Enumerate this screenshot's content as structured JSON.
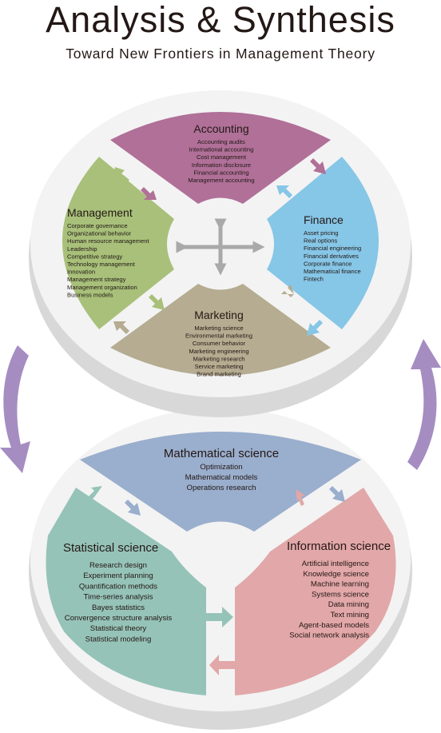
{
  "header": {
    "title": "Analysis & Synthesis",
    "subtitle": "Toward New Frontiers in Management Theory"
  },
  "colors": {
    "accounting": "#b07098",
    "finance": "#86c6e7",
    "management": "#a8c07a",
    "marketing": "#b5ac91",
    "mathematical": "#9aaecd",
    "statistical": "#96c3b8",
    "information": "#e2a7a8",
    "cycle_arrow": "#a58dc2",
    "center_arrow": "#a9a9a9",
    "disc_top": "#f4f4f4",
    "disc_side": "#dcdcdc"
  },
  "top_disc": {
    "accounting": {
      "title": "Accounting",
      "items": [
        "Accounting audits",
        "International accounting",
        "Cost management",
        "Information disclosure",
        "Financial accounting",
        "Management accounting"
      ]
    },
    "finance": {
      "title": "Finance",
      "items": [
        "Asset pricing",
        "Real options",
        "Financial engineering",
        "Financial derivatives",
        "Corporate finance",
        "Mathematical finance",
        "Fintech"
      ]
    },
    "management": {
      "title": "Management",
      "items": [
        "Corporate governance",
        "Organizational behavior",
        "Human resource management",
        "Leadership",
        "Competitive strategy",
        "Technology management",
        "Innovation",
        "Management strategy",
        "Management organization",
        "Business models"
      ]
    },
    "marketing": {
      "title": "Marketing",
      "items": [
        "Marketing science",
        "Environmental marketing",
        "Consumer behavior",
        "Marketing engineering",
        "Marketing research",
        "Service marketing",
        "Brand marketing"
      ]
    }
  },
  "bottom_disc": {
    "mathematical": {
      "title": "Mathematical science",
      "items": [
        "Optimization",
        "Mathematical models",
        "Operations research"
      ]
    },
    "statistical": {
      "title": "Statistical science",
      "items": [
        "Research design",
        "Experiment planning",
        "Quantification methods",
        "Time-series analysis",
        "Bayes statistics",
        "Convergence structure analysis",
        "Statistical theory",
        "Statistical modeling"
      ]
    },
    "information": {
      "title": "Information science",
      "items": [
        "Artificial intelligence",
        "Knowledge science",
        "Machine learning",
        "Systems science",
        "Data mining",
        "Text mining",
        "Agent-based models",
        "Social network analysis"
      ]
    }
  }
}
